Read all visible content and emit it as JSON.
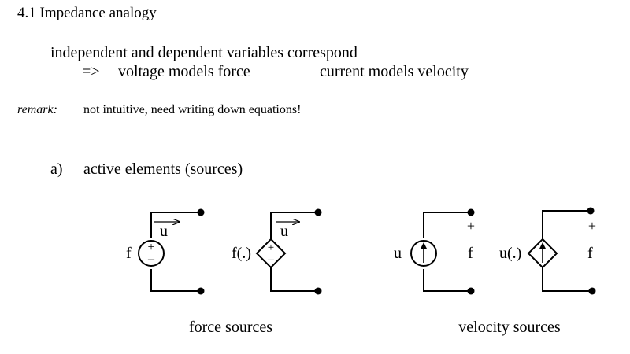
{
  "section_title": "4.1 Impedance analogy",
  "intro": {
    "line1": "independent and dependent variables correspond",
    "arrow": "=>",
    "voltage_text": "voltage models force",
    "current_text": "current models velocity"
  },
  "remark": {
    "label": "remark:",
    "text": "not intuitive, need writing down equations!"
  },
  "item": {
    "marker": "a)",
    "text": "active elements (sources)"
  },
  "circuits": {
    "force_source": {
      "label": "f",
      "flow_label": "u",
      "plus": "+",
      "minus": "–"
    },
    "dependent_force_source": {
      "label": "f(.)",
      "flow_label": "u",
      "plus": "+",
      "minus": "–"
    },
    "velocity_source": {
      "label": "u",
      "across_label": "f",
      "plus": "+",
      "minus": "–"
    },
    "dependent_velocity_source": {
      "label": "u(.)",
      "across_label": "f",
      "plus": "+",
      "minus": "–"
    }
  },
  "captions": {
    "force": "force sources",
    "velocity": "velocity sources"
  }
}
